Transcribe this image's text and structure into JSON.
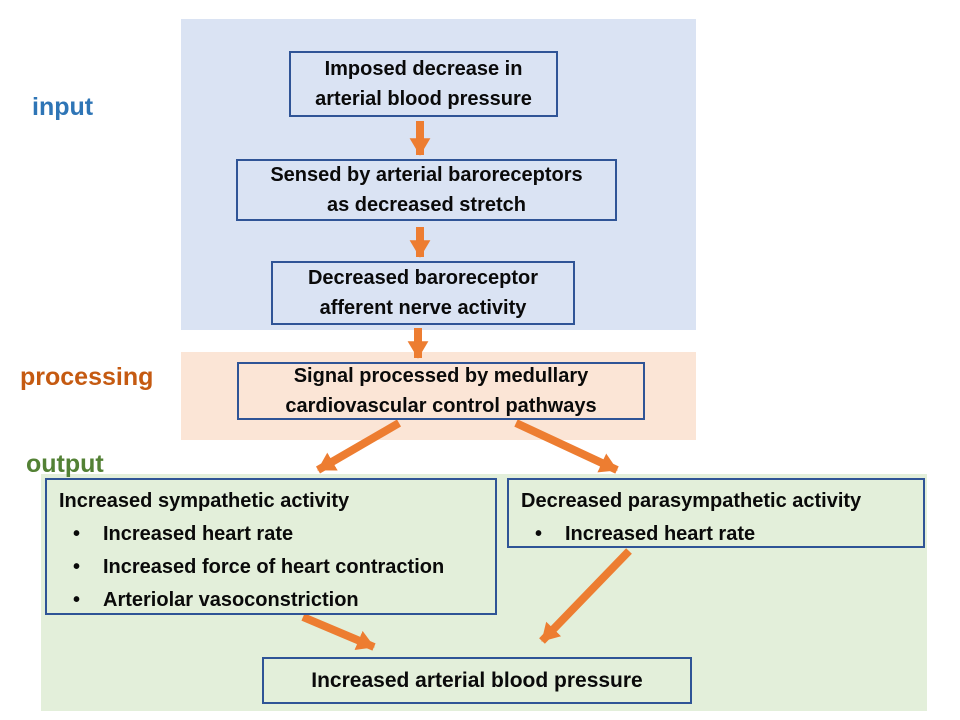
{
  "labels": {
    "input": "input",
    "processing": "processing",
    "output": "output"
  },
  "colors": {
    "input_region_bg": "#dae3f3",
    "processing_region_bg": "#fbe5d6",
    "output_region_bg": "#e3efda",
    "box_border": "#2f5496",
    "arrow": "#ed7d31",
    "input_label": "#2e75b6",
    "processing_label": "#c55a11",
    "output_label": "#538135",
    "box_text": "#0a0a0a"
  },
  "flow": {
    "imposed_decrease": "Imposed decrease in\narterial blood pressure",
    "sensed": "Sensed by arterial baroreceptors\nas decreased stretch",
    "afferent": "Decreased baroreceptor\nafferent nerve activity",
    "processed": "Signal processed by medullary\ncardiovascular control pathways",
    "sympathetic": {
      "title": "Increased sympathetic activity",
      "items": [
        "Increased heart rate",
        "Increased force of heart contraction",
        "Arteriolar vasoconstriction"
      ]
    },
    "parasympathetic": {
      "title": "Decreased parasympathetic activity",
      "items": [
        "Increased heart rate"
      ]
    },
    "result": "Increased arterial blood pressure"
  }
}
